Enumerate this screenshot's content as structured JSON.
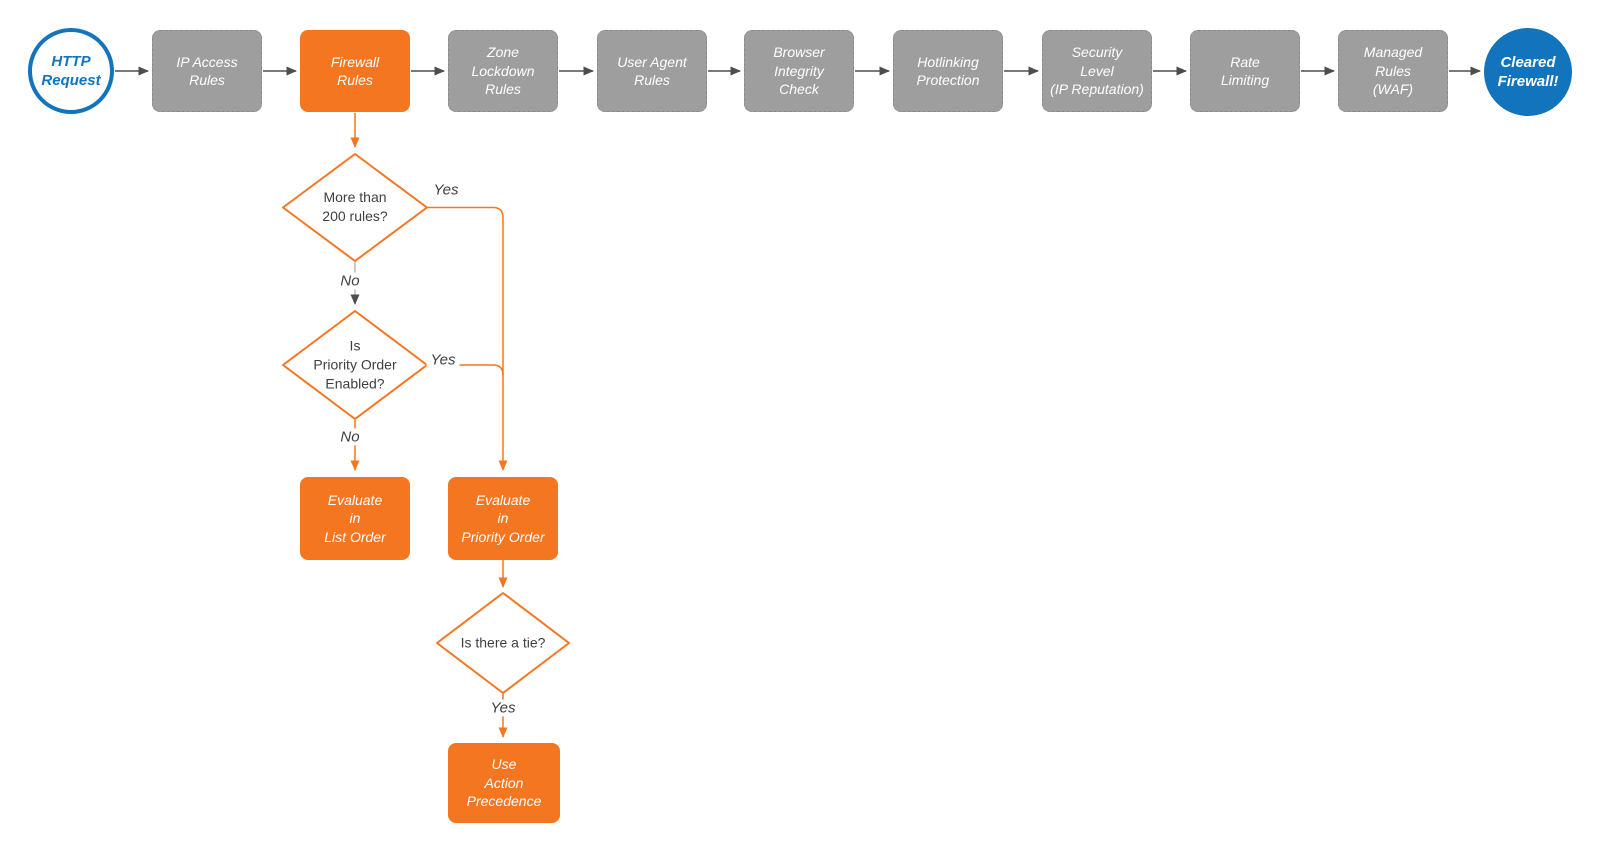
{
  "colors": {
    "orange": "#F57621",
    "blue": "#1274BC",
    "gray_box": "#9E9E9E",
    "arrow_gray": "#4D4D4D",
    "text_dark": "#3F3F3F"
  },
  "flow": {
    "start": {
      "label": "HTTP\nRequest"
    },
    "steps": [
      {
        "label": "IP Access\nRules",
        "highlighted": false
      },
      {
        "label": "Firewall\nRules",
        "highlighted": true
      },
      {
        "label": "Zone\nLockdown\nRules",
        "highlighted": false
      },
      {
        "label": "User Agent\nRules",
        "highlighted": false
      },
      {
        "label": "Browser\nIntegrity\nCheck",
        "highlighted": false
      },
      {
        "label": "Hotlinking\nProtection",
        "highlighted": false
      },
      {
        "label": "Security\nLevel\n(IP Reputation)",
        "highlighted": false
      },
      {
        "label": "Rate\nLimiting",
        "highlighted": false
      },
      {
        "label": "Managed\nRules\n(WAF)",
        "highlighted": false
      }
    ],
    "end": {
      "label": "Cleared\nFirewall!"
    }
  },
  "branch": {
    "d1": {
      "question": "More than\n200 rules?",
      "yes": "Yes",
      "no": "No"
    },
    "d2": {
      "question": "Is\nPriority Order\nEnabled?",
      "yes": "Yes",
      "no": "No"
    },
    "list_order": {
      "label": "Evaluate\nin\nList Order"
    },
    "priority_order": {
      "label": "Evaluate\nin\nPriority Order"
    },
    "d3": {
      "question": "Is there a tie?",
      "yes": "Yes"
    },
    "action": {
      "label": "Use\nAction\nPrecedence"
    }
  }
}
